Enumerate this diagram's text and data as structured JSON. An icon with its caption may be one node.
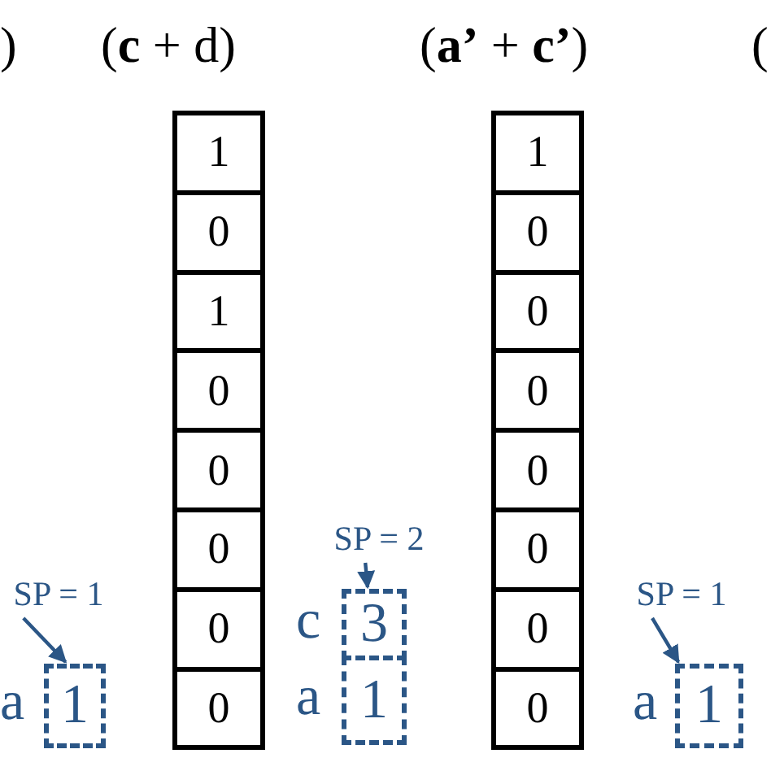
{
  "diagram": {
    "nodes": [
      {
        "text": [
          "1"
        ]
      },
      {
        "text": [
          "0"
        ]
      },
      {
        "text": [
          "1"
        ]
      },
      {
        "text": [
          "0"
        ]
      },
      {
        "text": [
          "0"
        ]
      },
      {
        "text": [
          "0"
        ]
      },
      {
        "text": [
          "0"
        ]
      },
      {
        "text": [
          "0"
        ]
      },
      {
        "text": [
          "1"
        ]
      },
      {
        "text": [
          "0"
        ]
      },
      {
        "text": [
          "0"
        ]
      },
      {
        "text": [
          "0"
        ]
      },
      {
        "text": [
          "0"
        ]
      },
      {
        "text": [
          "0"
        ]
      },
      {
        "text": [
          "0"
        ]
      },
      {
        "text": [
          "0"
        ]
      },
      {
        "text": [
          "SP = 1"
        ]
      },
      {
        "text": [
          "1"
        ],
        "beside": [
          "a"
        ]
      },
      {
        "text": [
          "SP = 2"
        ]
      },
      {
        "text": [
          "3"
        ],
        "beside": [
          "c"
        ]
      },
      {
        "text": [
          "1"
        ],
        "beside": [
          "a"
        ]
      },
      {
        "text": [
          "SP = 1"
        ]
      },
      {
        "text": [
          "1"
        ],
        "beside": [
          "a"
        ]
      }
    ],
    "edges": [
      {
        "from": 16,
        "to": 17,
        "arrow": "to"
      },
      {
        "from": 18,
        "to": 19,
        "arrow": "to"
      },
      {
        "from": 21,
        "to": 22,
        "arrow": "to"
      }
    ],
    "labels": [
      ")",
      "(**c** + d)",
      "(**a’** + **c’**)",
      "("
    ]
  }
}
